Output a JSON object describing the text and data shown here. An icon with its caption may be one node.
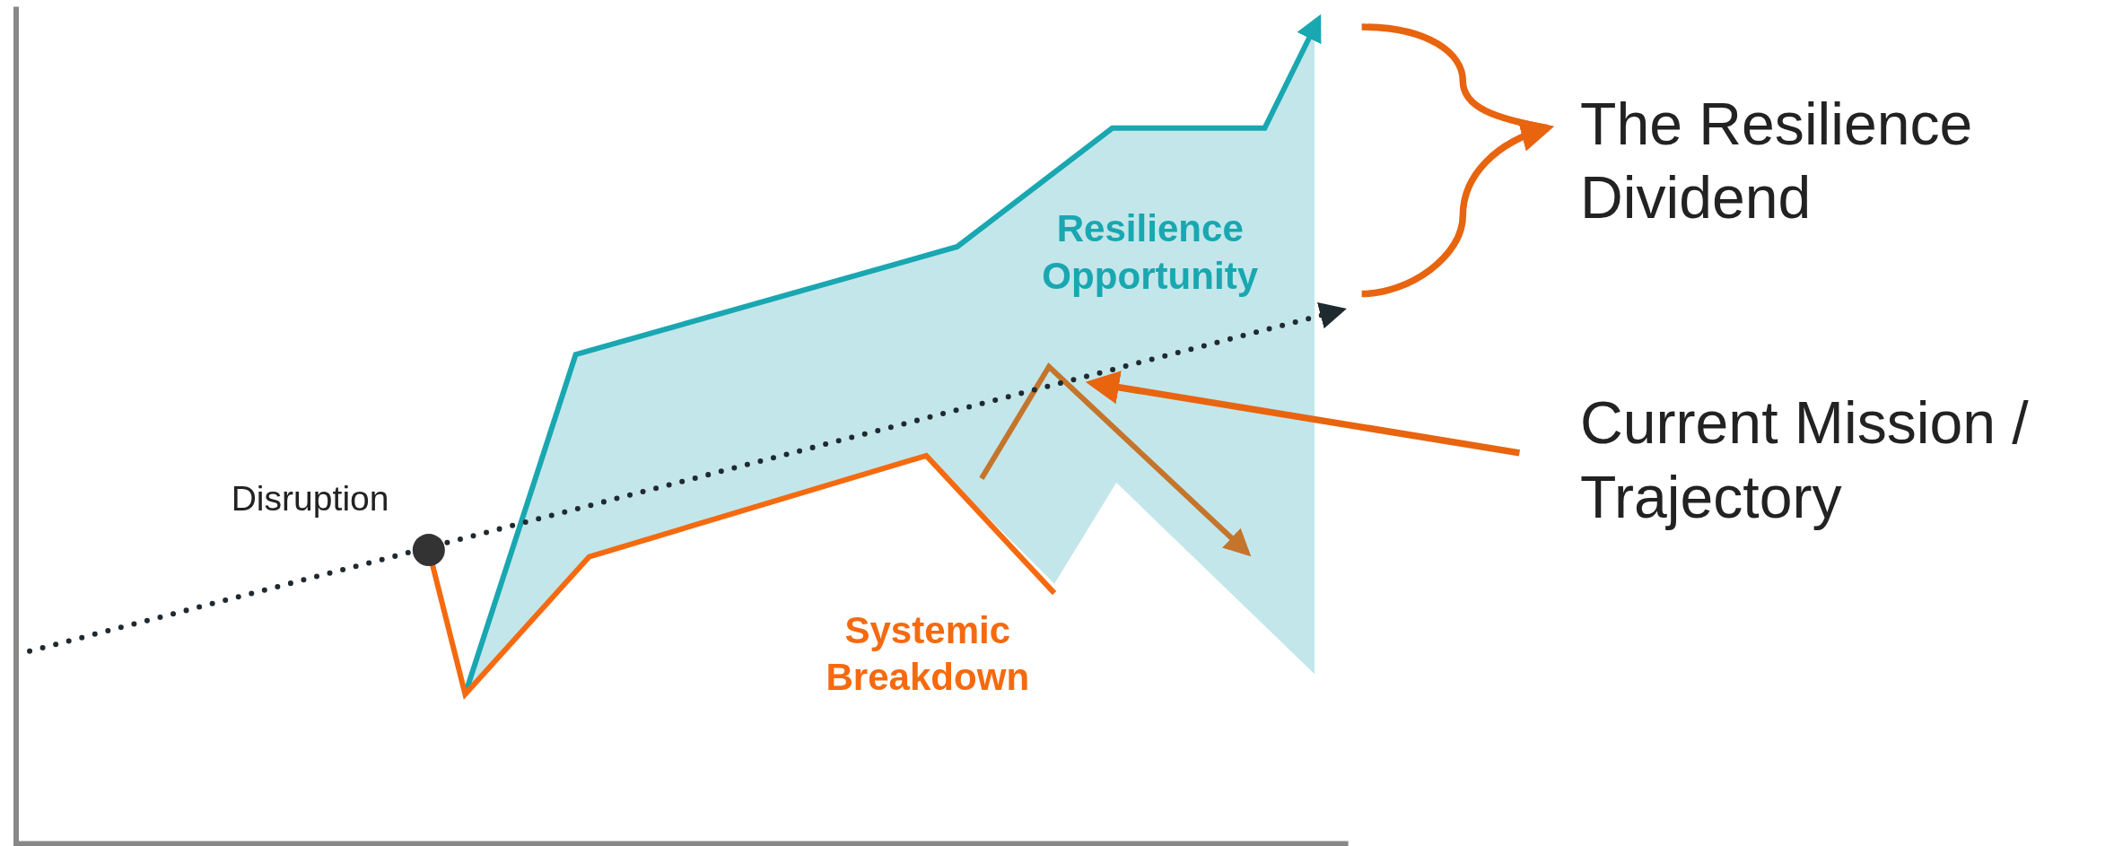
{
  "diagram": {
    "nodes": [
      {
        "text": [
          "Current Mission / Trajectory"
        ]
      },
      {
        "text": [],
        "shape": "line"
      }
    ],
    "edges": [
      {
        "from": 0,
        "to": 1,
        "arrow": "to"
      }
    ],
    "labels": [
      "The Resilience Dividend",
      "Resilience Opportunity",
      "Disruption",
      "Systemic Breakdown"
    ]
  }
}
